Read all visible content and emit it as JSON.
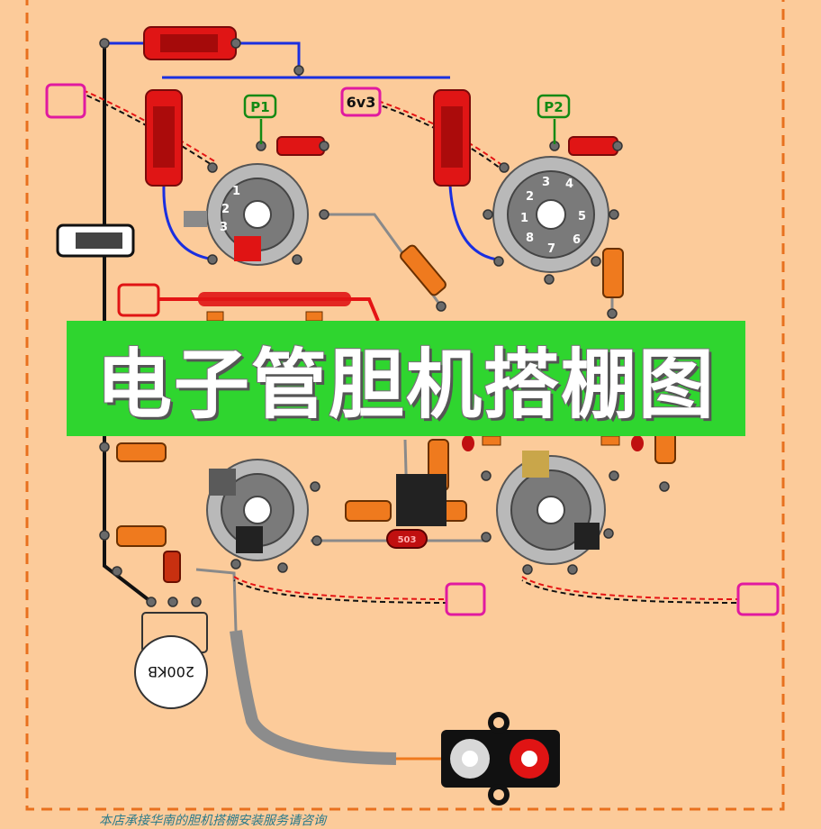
{
  "title": "电子管胆机搭棚图",
  "labels": {
    "p1": "P1",
    "p2": "P2",
    "heater": "6v3",
    "potentiometer": "200KB",
    "coupling_cap": "503",
    "tube1_pins": [
      "1",
      "2",
      "3"
    ],
    "tube2_pins": [
      "1",
      "2",
      "3",
      "4",
      "5",
      "6",
      "7",
      "8"
    ]
  },
  "footer": "本店承接华南的胆机搭棚安装服务请咨询",
  "colors": {
    "background": "#fccb9a",
    "banner": "#2fd52f",
    "border": "#e8701e",
    "resistor_red": "#e01515",
    "resistor_orange": "#ef7a1e",
    "wire_blue": "#1a2fe0",
    "wire_red": "#e41414",
    "pad_magenta": "#e01aa0",
    "arrow_green": "#138a13"
  }
}
